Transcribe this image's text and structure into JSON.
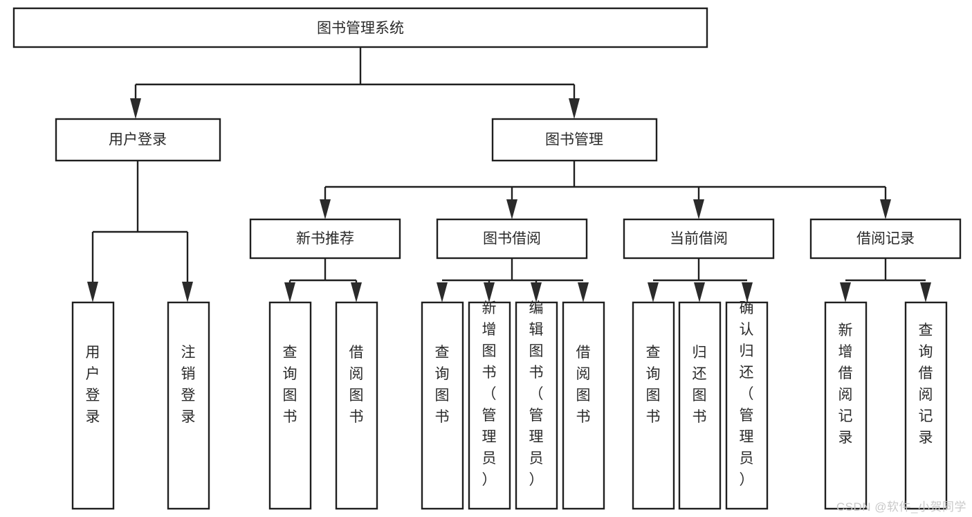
{
  "diagram": {
    "type": "tree-flowchart",
    "title": "图书管理系统",
    "watermark": "CSDN @软件_小贺同学",
    "colors": {
      "box_stroke": "#1f1f1f",
      "box_fill": "#ffffff",
      "text": "#2a2a2a",
      "connector": "#1f1f1f",
      "watermark": "#c9c9c9"
    },
    "root": {
      "label": "图书管理系统",
      "orientation": "horizontal"
    },
    "level2": [
      {
        "label": "用户登录",
        "orientation": "horizontal"
      },
      {
        "label": "图书管理",
        "orientation": "horizontal"
      }
    ],
    "level3": [
      {
        "label": "新书推荐",
        "orientation": "horizontal"
      },
      {
        "label": "图书借阅",
        "orientation": "horizontal"
      },
      {
        "label": "当前借阅",
        "orientation": "horizontal"
      },
      {
        "label": "借阅记录",
        "orientation": "horizontal"
      }
    ],
    "leaves": {
      "user_login": [
        {
          "label": "用户登录",
          "orientation": "vertical"
        },
        {
          "label": "注销登录",
          "orientation": "vertical"
        }
      ],
      "new_book_recommend": [
        {
          "label": "查询图书",
          "orientation": "vertical"
        },
        {
          "label": "借阅图书",
          "orientation": "vertical"
        }
      ],
      "book_borrow": [
        {
          "label": "查询图书",
          "orientation": "vertical"
        },
        {
          "label": "新增图书（管理员）",
          "orientation": "vertical"
        },
        {
          "label": "编辑图书（管理员）",
          "orientation": "vertical"
        },
        {
          "label": "借阅图书",
          "orientation": "vertical"
        }
      ],
      "current_borrow": [
        {
          "label": "查询图书",
          "orientation": "vertical"
        },
        {
          "label": "归还图书",
          "orientation": "vertical"
        },
        {
          "label": "确认归还（管理员）",
          "orientation": "vertical"
        }
      ],
      "borrow_record": [
        {
          "label": "新增借阅记录",
          "orientation": "vertical"
        },
        {
          "label": "查询借阅记录",
          "orientation": "vertical"
        }
      ]
    }
  }
}
